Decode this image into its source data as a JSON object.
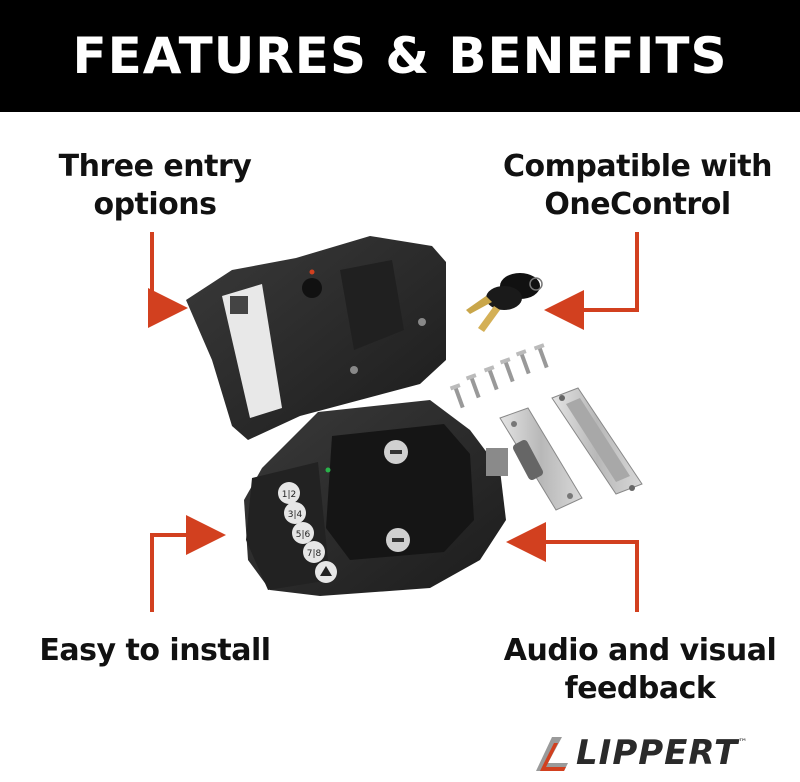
{
  "banner": {
    "title": "FEATURES & BENEFITS"
  },
  "features": {
    "top_left": [
      "Three entry",
      "options"
    ],
    "top_right": [
      "Compatible with",
      "OneControl"
    ],
    "bottom_left": [
      "Easy to install"
    ],
    "bottom_right": [
      "Audio and visual",
      "feedback"
    ]
  },
  "keypad": {
    "buttons": [
      "1|2",
      "3|4",
      "5|6",
      "7|8"
    ]
  },
  "brand": {
    "name": "LIPPERT",
    "trademark": "™"
  },
  "colors": {
    "accent": "#d2401f",
    "banner_bg": "#000000",
    "banner_text": "#ffffff",
    "body_text": "#111111",
    "lock_body": "#2b2b2b",
    "metal": "#c8c8c8"
  }
}
